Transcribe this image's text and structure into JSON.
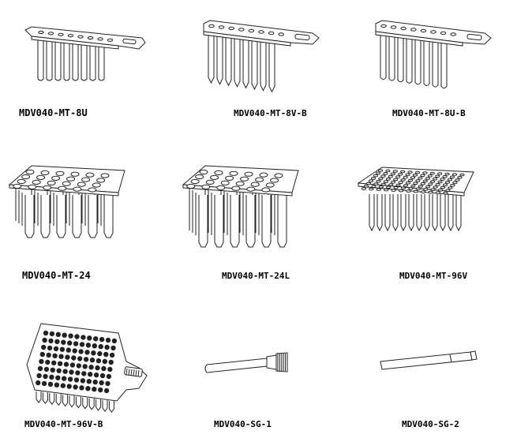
{
  "products": [
    {
      "id": "mt-8u",
      "label": "MDV040-MT-8U"
    },
    {
      "id": "mt-8v-b",
      "label": "MDV040-MT-8V-B"
    },
    {
      "id": "mt-8u-b",
      "label": "MDV040-MT-8U-B"
    },
    {
      "id": "mt-24",
      "label": "MDV040-MT-24"
    },
    {
      "id": "mt-24l",
      "label": "MDV040-MT-24L"
    },
    {
      "id": "mt-96v",
      "label": "MDV040-MT-96V"
    },
    {
      "id": "mt-96v-b",
      "label": "MDV040-MT-96V-B"
    },
    {
      "id": "sg-1",
      "label": "MDV040-SG-1"
    },
    {
      "id": "sg-2",
      "label": "MDV040-SG-2"
    }
  ]
}
